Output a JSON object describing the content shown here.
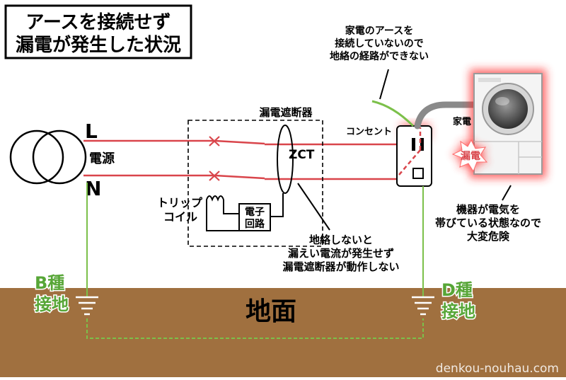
{
  "title": {
    "line1": "アースを接続せず",
    "line2": "漏電が発生した状況"
  },
  "labels": {
    "line_l": "L",
    "line_n": "N",
    "power_source": "電源",
    "breaker": "漏電遮断器",
    "zct": "ZCT",
    "trip_coil_line1": "トリップ",
    "trip_coil_line2": "コイル",
    "electronic_circuit_line1": "電子",
    "electronic_circuit_line2": "回路",
    "outlet": "コンセント",
    "appliance": "家電",
    "leakage": "漏電",
    "ground_surface": "地面",
    "ground_b_line1": "B種",
    "ground_b_line2": "接地",
    "ground_d_line1": "D種",
    "ground_d_line2": "接地",
    "watermark": "denkou-nouhau.com"
  },
  "callouts": {
    "no_earth": [
      "家電のアースを",
      "接続していないので",
      "地絡の経路ができない"
    ],
    "no_trip": [
      "地絡しないと",
      "漏えい電流が発生せず",
      "漏電遮断器が動作しない"
    ],
    "danger": [
      "機器が電気を",
      "帯びている状態なので",
      "大変危険"
    ]
  },
  "colors": {
    "wire": "#d9454b",
    "ground_wire": "#7cc04a",
    "ground_label": "#57a637",
    "earth": "#a0703f",
    "glow": "#ff2a2a",
    "cord": "#8a8a8a"
  }
}
